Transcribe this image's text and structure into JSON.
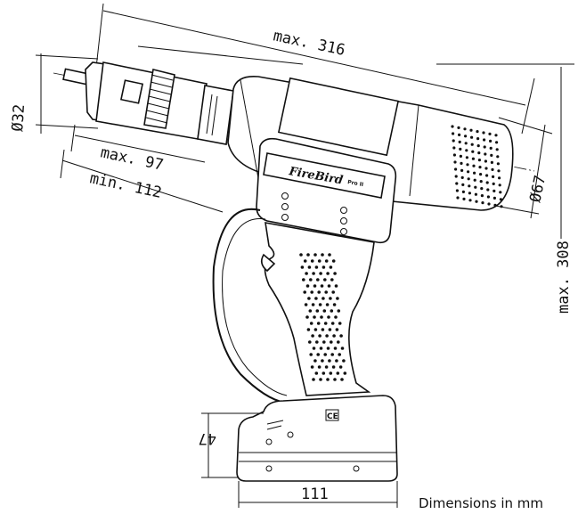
{
  "dimensions": {
    "overall_length": "max. 316",
    "nose_diameter": "Ø32",
    "nose_length_max": "max. 97",
    "nose_length_min": "min. 112",
    "motor_diameter": "Ø67",
    "overall_height": "max. 308",
    "battery_height": "47",
    "battery_width": "111"
  },
  "brand": {
    "name": "FireBird",
    "model": "Pro II"
  },
  "battery_mark": "CE",
  "footer_note": "Dimensions in mm"
}
